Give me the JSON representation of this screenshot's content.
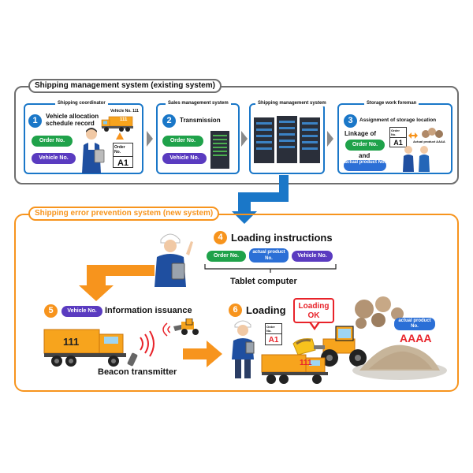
{
  "existing": {
    "title": "Shipping management system (existing system)",
    "coordinator": {
      "title": "Shipping coordinator",
      "step": "1",
      "label": "Vehicle allocation schedule record",
      "vehicle_tag": "Vehicle No. 111",
      "truck_number": "111",
      "order_pill": "Order No.",
      "vehicle_pill": "Vehicle No.",
      "card_label": "Order No.",
      "card_value": "A1"
    },
    "sales": {
      "title": "Sales management system",
      "step": "2",
      "label": "Transmission",
      "order_pill": "Order No.",
      "vehicle_pill": "Vehicle No."
    },
    "server": {
      "title": "Shipping management system"
    },
    "storage": {
      "title": "Storage work foreman",
      "step": "3",
      "label": "Assignment of storage location",
      "card_label": "Order No.",
      "card_value": "A1",
      "product_caption": "Actual product AAAA",
      "linkage": "Linkage of",
      "order_pill": "Order No.",
      "and": "and",
      "product_pill": "actual product No."
    }
  },
  "newsystem": {
    "title": "Shipping error prevention system (new system)",
    "step4": {
      "step": "4",
      "label": "Loading instructions",
      "order_pill": "Order No.",
      "product_pill": "actual product No.",
      "vehicle_pill": "Vehicle No.",
      "device": "Tablet computer"
    },
    "step5": {
      "step": "5",
      "vehicle_pill": "Vehicle No.",
      "label": "Information issuance",
      "truck_number": "111",
      "beacon": "Beacon transmitter"
    },
    "step6": {
      "step": "6",
      "label": "Loading",
      "card_label": "Order No.",
      "card_value": "A1",
      "callout": "Loading OK",
      "truck_number": "111",
      "product_pill": "actual product No.",
      "product_value": "AAAA"
    }
  },
  "colors": {
    "blue": "#1a77c8",
    "orange": "#f7941d",
    "green": "#1fa24a",
    "purple": "#5a3bc0",
    "red": "#e8232a"
  }
}
